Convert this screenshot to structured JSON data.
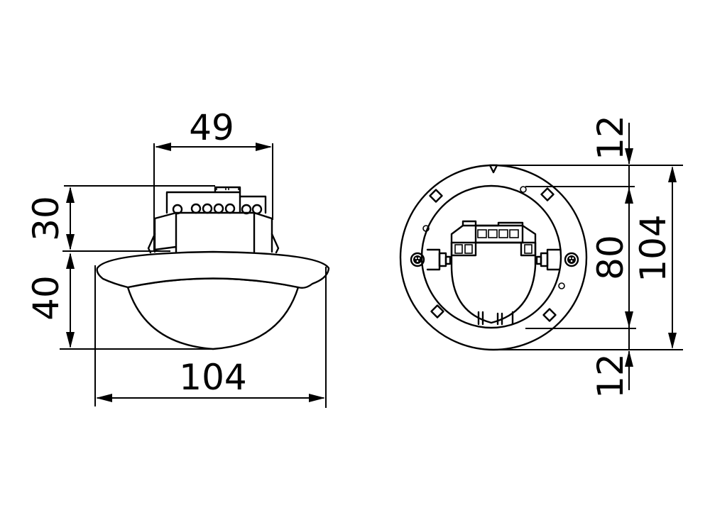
{
  "diagram": {
    "type": "technical-dimension-drawing",
    "colors": {
      "line": "#000000",
      "background": "#ffffff"
    },
    "side_view": {
      "dimensions": {
        "top_width": "49",
        "upper_height": "30",
        "lower_height": "40",
        "overall_width": "104"
      }
    },
    "top_view": {
      "dimensions": {
        "top_margin": "12",
        "inner_diameter": "80",
        "outer_diameter": "104",
        "bottom_margin": "12"
      }
    }
  }
}
